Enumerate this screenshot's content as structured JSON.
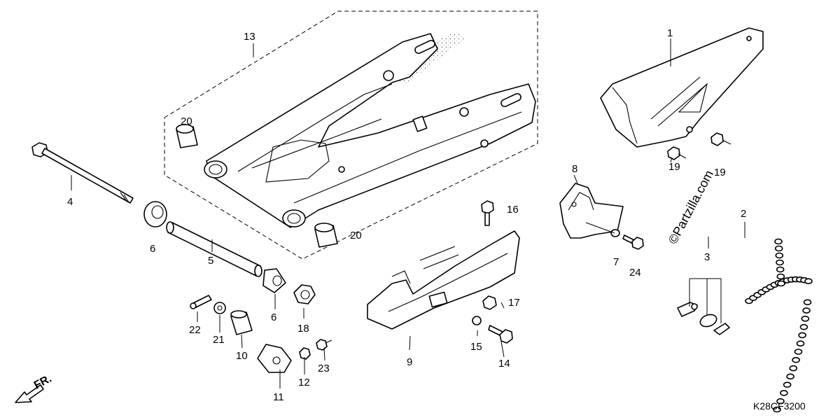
{
  "diagram_code": "K28CF3200",
  "direction_label": "FR.",
  "watermark": "©Partzilla.com",
  "callouts": {
    "c1": "1",
    "c2": "2",
    "c3": "3",
    "c4": "4",
    "c5": "5",
    "c6a": "6",
    "c6b": "6",
    "c7": "7",
    "c8": "8",
    "c9": "9",
    "c10": "10",
    "c11": "11",
    "c12": "12",
    "c13": "13",
    "c14": "14",
    "c15": "15",
    "c16": "16",
    "c17": "17",
    "c18": "18",
    "c19a": "19",
    "c19b": "19",
    "c20a": "20",
    "c20b": "20",
    "c21": "21",
    "c22": "22",
    "c23": "23",
    "c24": "24"
  }
}
